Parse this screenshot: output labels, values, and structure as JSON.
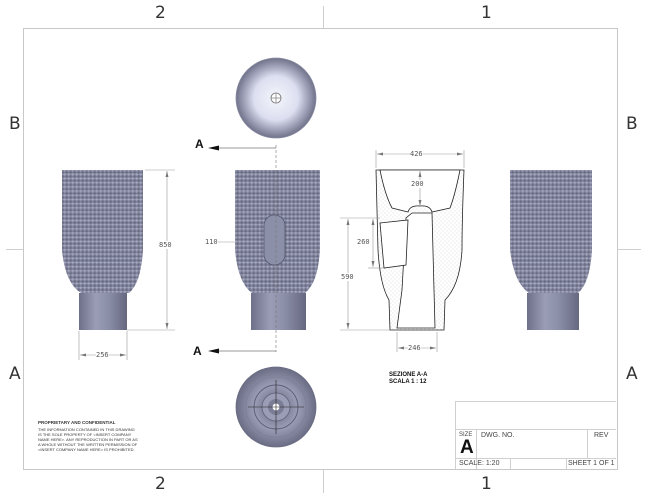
{
  "sheet": {
    "zone_columns": [
      "2",
      "1"
    ],
    "zone_rows": [
      "B",
      "A"
    ],
    "border_color": "#c8c8c8",
    "part_color": "#8a8ea8"
  },
  "views": {
    "front_left": {
      "dims": {
        "height": "850",
        "base_width": "256"
      }
    },
    "front_center": {
      "dims": {
        "slot_width": "110"
      },
      "section_marker": "A"
    },
    "section": {
      "dims": {
        "top_width": "426",
        "bowl_depth": "200",
        "slot_height": "260",
        "lower_height": "590",
        "base_width": "246"
      },
      "caption_line1": "SEZIONE A-A",
      "caption_line2": "SCALA 1 : 12"
    }
  },
  "notice": {
    "title": "PROPRIETARY AND CONFIDENTIAL",
    "body": "THE INFORMATION CONTAINED IN THIS DRAWING IS THE SOLE PROPERTY OF <INSERT COMPANY NAME HERE>. ANY REPRODUCTION IN PART OR AS A WHOLE WITHOUT THE WRITTEN PERMISSION OF <INSERT COMPANY NAME HERE> IS PROHIBITED."
  },
  "title_block": {
    "size_label": "SIZE",
    "size_value": "A",
    "dwg_no_label": "DWG.  NO.",
    "rev_label": "REV",
    "scale": "SCALE: 1:20",
    "sheet": "SHEET 1 OF 1"
  }
}
